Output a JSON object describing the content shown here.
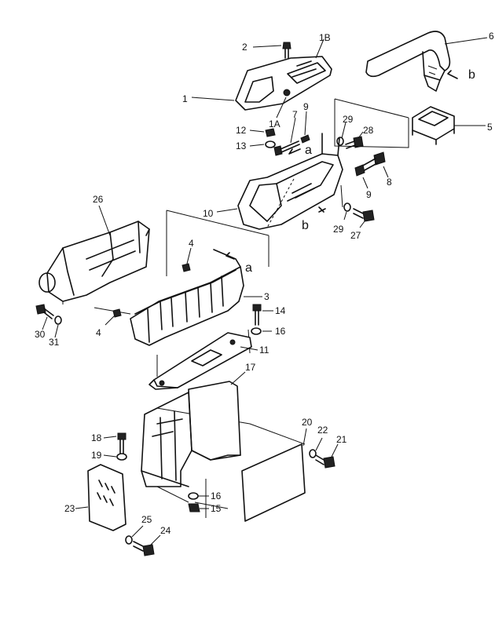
{
  "labels": {
    "p1": "1",
    "p1A": "1A",
    "p1B": "1B",
    "p2": "2",
    "p3": "3",
    "p4a": "4",
    "p4b": "4",
    "p5": "5",
    "p6": "6",
    "p7": "7",
    "p8": "8",
    "p9a": "9",
    "p9b": "9",
    "p10": "10",
    "p11": "11",
    "p12": "12",
    "p13": "13",
    "p14": "14",
    "p15": "15",
    "p16a": "16",
    "p16b": "16",
    "p17": "17",
    "p18": "18",
    "p19": "19",
    "p20": "20",
    "p21": "21",
    "p22": "22",
    "p23": "23",
    "p24": "24",
    "p25": "25",
    "p26": "26",
    "p27": "27",
    "p28": "28",
    "p29a": "29",
    "p29b": "29",
    "p30": "30",
    "p31": "31",
    "ref_a1": "a",
    "ref_a2": "a",
    "ref_b1": "b",
    "ref_b2": "b"
  }
}
